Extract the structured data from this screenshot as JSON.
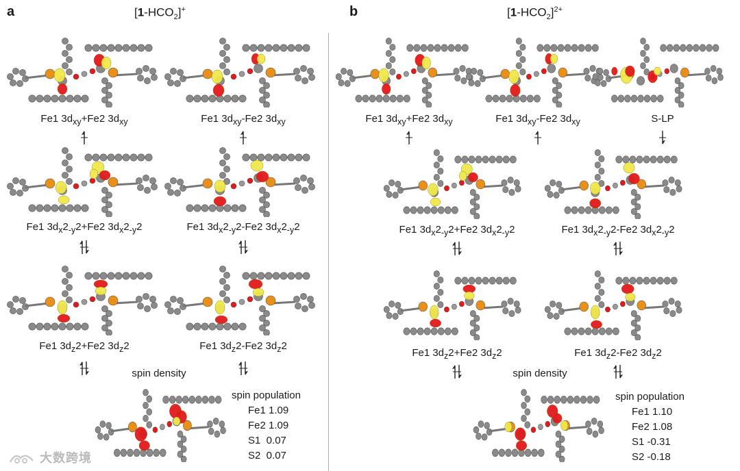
{
  "panels": {
    "a": {
      "letter": "a",
      "title": {
        "prefix": "[",
        "bold": "1",
        "main": "-HCO",
        "sub": "2",
        "close": "]",
        "sup": "+"
      },
      "orbitals": [
        {
          "text": "Fe1 3d<sub>xy</sub>+Fe2 3d<sub>xy</sub>",
          "occ": "up"
        },
        {
          "text": "Fe1 3d<sub>xy</sub>-Fe2 3d<sub>xy</sub>",
          "occ": "up"
        },
        {
          "text": "Fe1 3d<sub>x</sub>2<sub>-y</sub>2+Fe2 3d<sub>x</sub>2<sub>-y</sub>2",
          "occ": "pair"
        },
        {
          "text": "Fe1 3d<sub>x</sub>2<sub>-y</sub>2-Fe2 3d<sub>x</sub>2<sub>-y</sub>2",
          "occ": "pair"
        },
        {
          "text": "Fe1 3d<sub>z</sub>2+Fe2 3d<sub>z</sub>2",
          "occ": "pair"
        },
        {
          "text": "Fe1 3d<sub>z</sub>2-Fe2 3d<sub>z</sub>2",
          "occ": "pair"
        }
      ],
      "spin_density_label": "spin density",
      "spin_population": {
        "heading": "spin population",
        "rows": [
          "Fe1 1.09",
          "Fe2 1.09",
          "S1  0.07",
          "S2  0.07"
        ]
      }
    },
    "b": {
      "letter": "b",
      "title": {
        "prefix": "[",
        "bold": "1",
        "main": "-HCO",
        "sub": "2",
        "close": "]",
        "sup": "2+"
      },
      "orbitals": [
        {
          "text": "Fe1 3d<sub>xy</sub>+Fe2 3d<sub>xy</sub>",
          "occ": "up"
        },
        {
          "text": "Fe1 3d<sub>xy</sub>-Fe2 3d<sub>xy</sub>",
          "occ": "up"
        },
        {
          "text": "S-LP",
          "occ": "down"
        },
        {
          "text": "Fe1 3d<sub>x</sub>2<sub>-y</sub>2+Fe2 3d<sub>x</sub>2<sub>-y</sub>2",
          "occ": "pair"
        },
        {
          "text": "Fe1 3d<sub>x</sub>2<sub>-y</sub>2-Fe2 3d<sub>x</sub>2<sub>-y</sub>2",
          "occ": "pair"
        },
        {
          "text": "Fe1 3d<sub>z</sub>2+Fe2 3d<sub>z</sub>2",
          "occ": "pair"
        },
        {
          "text": "Fe1 3d<sub>z</sub>2-Fe2 3d<sub>z</sub>2",
          "occ": "pair"
        }
      ],
      "spin_density_label": "spin density",
      "spin_population": {
        "heading": "spin population",
        "rows": [
          "Fe1 1.10",
          "Fe2 1.08",
          "S1 -0.31",
          "S2 -0.18"
        ]
      }
    }
  },
  "watermark": "大数跨境",
  "colors": {
    "divider": "#7fbfc6",
    "lobe_red": "#e31a1c",
    "lobe_yellow": "#f1e84a",
    "atom_grey": "#8c8c8c",
    "atom_orange": "#e8901a"
  }
}
